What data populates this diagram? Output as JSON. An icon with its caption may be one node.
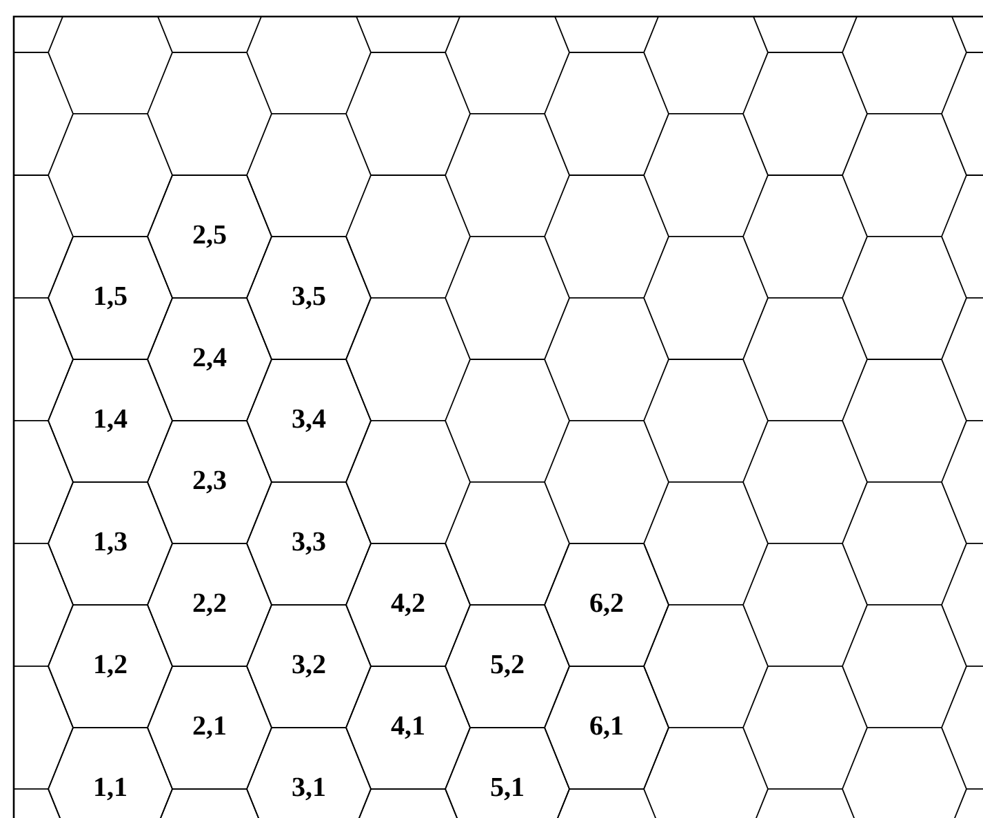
{
  "diagram": {
    "nodes": [
      {
        "text": [
          "2,5"
        ]
      },
      {
        "text": [
          "1,5"
        ]
      },
      {
        "text": [
          "3,5"
        ]
      },
      {
        "text": [
          "2,4"
        ]
      },
      {
        "text": [
          "1,4"
        ]
      },
      {
        "text": [
          "3,4"
        ]
      },
      {
        "text": [
          "2,3"
        ]
      },
      {
        "text": [
          "1,3"
        ]
      },
      {
        "text": [
          "3,3"
        ]
      },
      {
        "text": [
          "2,2"
        ]
      },
      {
        "text": [
          "4,2"
        ]
      },
      {
        "text": [
          "6,2"
        ]
      },
      {
        "text": [
          "1,2"
        ]
      },
      {
        "text": [
          "3,2"
        ]
      },
      {
        "text": [
          "5,2"
        ]
      },
      {
        "text": [
          "2,1"
        ]
      },
      {
        "text": [
          "4,1"
        ]
      },
      {
        "text": [
          "6,1"
        ]
      },
      {
        "text": [
          "1,1"
        ]
      },
      {
        "text": [
          "3,1"
        ]
      },
      {
        "text": [
          "5,1"
        ]
      }
    ]
  }
}
